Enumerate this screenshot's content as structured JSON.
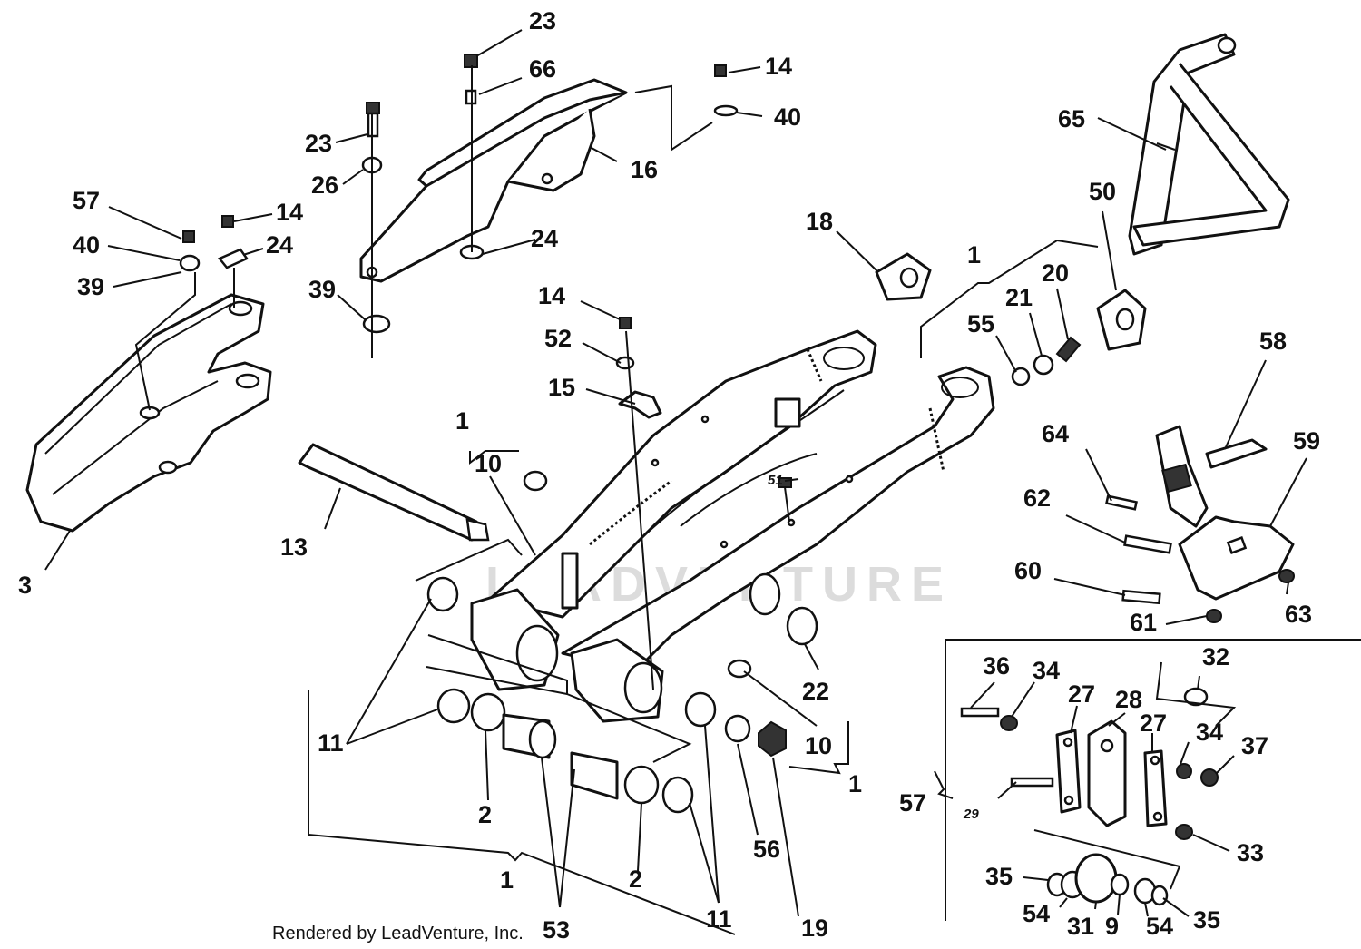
{
  "diagram": {
    "footer_text": "Rendered by LeadVenture, Inc.",
    "watermark_text": "LEADVENTURE",
    "callouts": {
      "c23a": "23",
      "c66": "66",
      "c14a": "14",
      "c40a": "40",
      "c23b": "23",
      "c26": "26",
      "c16": "16",
      "c65": "65",
      "c57a": "57",
      "c14b": "14",
      "c40b": "40",
      "c24a": "24",
      "c39a": "39",
      "c24b": "24",
      "c39b": "39",
      "c18": "18",
      "c50": "50",
      "c1a": "1",
      "c20": "20",
      "c21": "21",
      "c55": "55",
      "c58": "58",
      "c14c": "14",
      "c52": "52",
      "c15": "15",
      "c64": "64",
      "c59": "59",
      "c1b": "1",
      "c10a": "10",
      "c51": "51",
      "c62": "62",
      "c13": "13",
      "c60": "60",
      "c3": "3",
      "c63": "63",
      "c61": "61",
      "c22": "22",
      "c36": "36",
      "c34a": "34",
      "c32": "32",
      "c27a": "27",
      "c28": "28",
      "c27b": "27",
      "c34b": "34",
      "c37": "37",
      "c11a": "11",
      "c10b": "10",
      "c1c": "1",
      "c57b": "57",
      "c29": "29",
      "c33": "33",
      "c2a": "2",
      "c56": "56",
      "c35a": "35",
      "c1d": "1",
      "c2b": "2",
      "c54a": "54",
      "c31": "31",
      "c9": "9",
      "c54b": "54",
      "c35b": "35",
      "c53": "53",
      "c11b": "11",
      "c19": "19"
    }
  }
}
